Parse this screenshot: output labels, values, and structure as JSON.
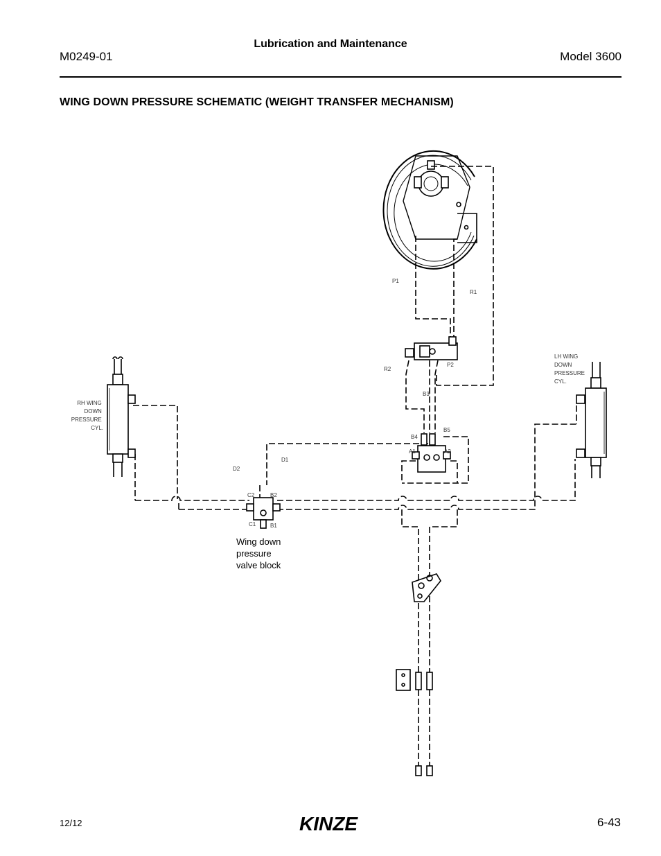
{
  "header": {
    "doc_number": "M0249-01",
    "section": "Lubrication and Maintenance",
    "model": "Model 3600"
  },
  "title": "WING DOWN PRESSURE SCHEMATIC (WEIGHT TRANSFER MECHANISM)",
  "labels": {
    "p1": "P1",
    "r1": "R1",
    "r2": "R2",
    "p2": "P2",
    "b3": "B3",
    "b4": "B4",
    "b5": "B5",
    "a1": "A1",
    "a2": "A2",
    "d1": "D1",
    "d2": "D2",
    "c2": "C2",
    "b2": "B2",
    "c1": "C1",
    "b1": "B1",
    "rh_cyl": [
      "RH WING",
      "DOWN",
      "PRESSURE",
      "CYL."
    ],
    "lh_cyl": [
      "LH WING",
      "DOWN",
      "PRESSURE",
      "CYL."
    ],
    "valve_block": [
      "Wing down",
      "pressure",
      "valve block"
    ]
  },
  "footer": {
    "date": "12/12",
    "page": "6-43",
    "brand": "KINZE"
  }
}
